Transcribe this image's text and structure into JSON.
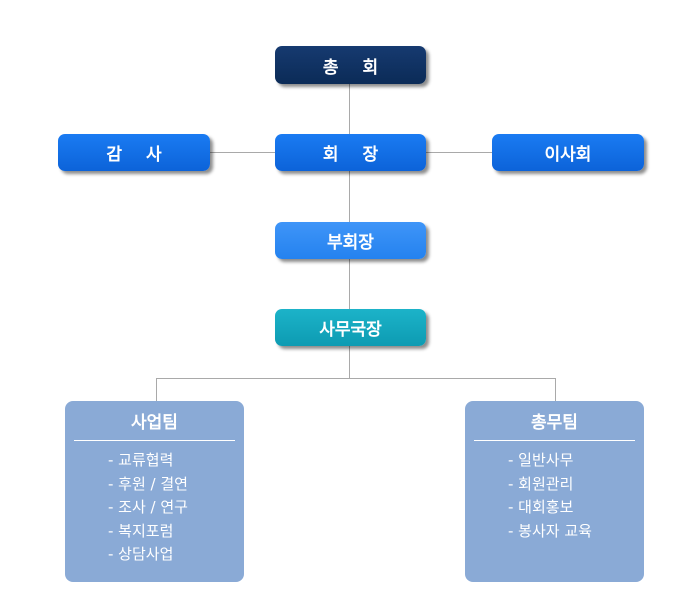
{
  "org": {
    "general_assembly": "총 회",
    "auditor": "감 사",
    "president": "회 장",
    "board": "이사회",
    "vice_president": "부회장",
    "secretary_general": "사무국장"
  },
  "teams": {
    "business": {
      "title": "사업팀",
      "items": [
        "- 교류협력",
        "- 후원 / 결연",
        "- 조사 / 연구",
        "- 복지포럼",
        "- 상담사업"
      ]
    },
    "general_affairs": {
      "title": "총무팀",
      "items": [
        "- 일반사무",
        "- 회원관리",
        "- 대회홍보",
        "- 봉사자 교육"
      ]
    }
  },
  "colors": {
    "general_assembly": "#0b2b57",
    "primary_blue": "#0c63d9",
    "vice_president": "#2482ef",
    "secretary_general": "#0d9bb2",
    "team_box": "#8aaad6",
    "connector": "#a9a9a9"
  }
}
